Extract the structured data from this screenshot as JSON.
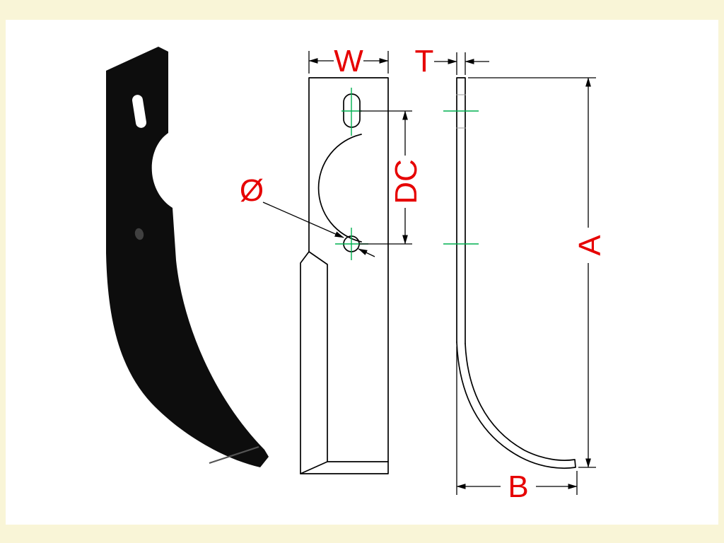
{
  "drawing": {
    "labels": {
      "width": "W",
      "thickness": "T",
      "center_distance": "DC",
      "diameter": "Ø",
      "length": "A",
      "curve_width": "B"
    }
  },
  "colors": {
    "page_bg": "#f9f5d7",
    "canvas_bg": "#ffffff",
    "line": "#000000",
    "label": "#e60000",
    "centerline": "#00b050",
    "tick": "#9a9a9a",
    "blade": "#0d0d0d",
    "bevel_hint": "#555555",
    "hole_shade": "#404040"
  }
}
